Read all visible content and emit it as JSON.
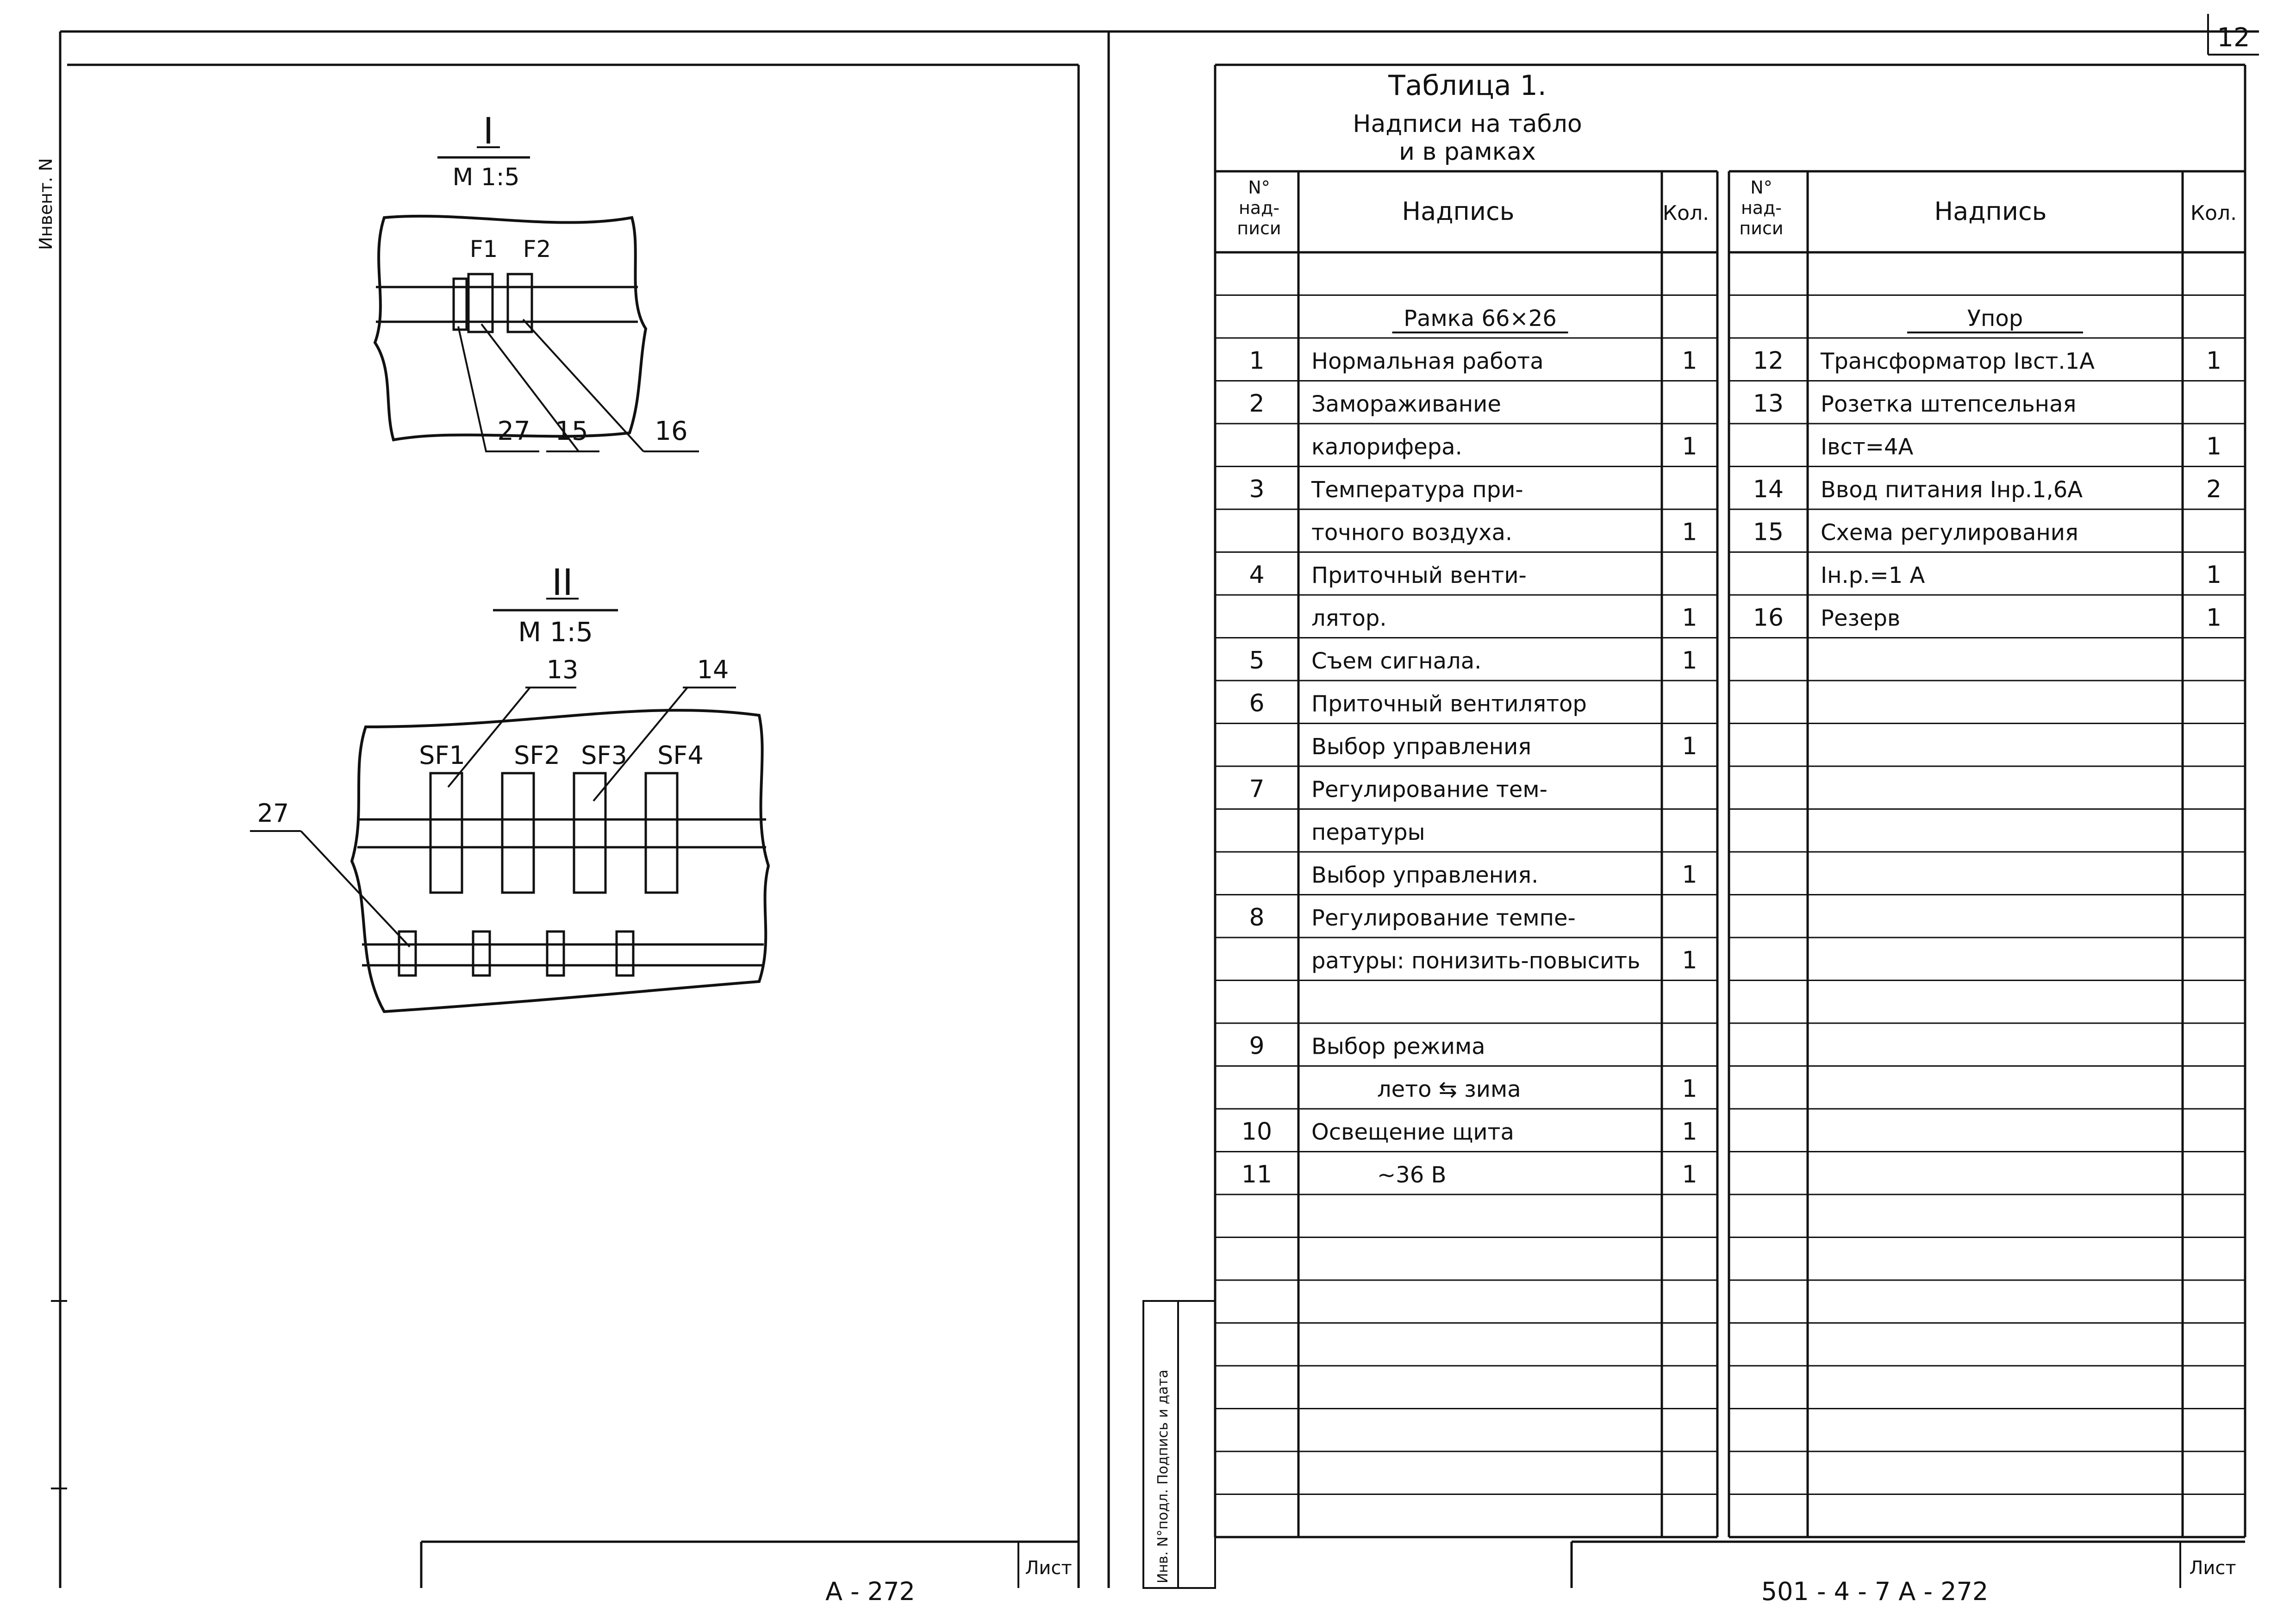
{
  "sheet": {
    "page_number": "12",
    "margin_label": "Инвент. N",
    "left_stamp_label": "Лист",
    "right_stamp_label": "Лист",
    "left_stamp_code": "А - 272",
    "right_stamp_code": "501 - 4 - 7  А - 272",
    "side_stamp_label": "Инв. N°подл. Подпись и дата"
  },
  "views": [
    {
      "roman": "I",
      "scale": "М 1:5",
      "breaker_labels": [
        "F1",
        "F2"
      ],
      "callouts": [
        "27",
        "15",
        "16"
      ]
    },
    {
      "roman": "II",
      "scale": "М 1:5",
      "breaker_labels": [
        "SF1",
        "SF2",
        "SF3",
        "SF4"
      ],
      "callouts": [
        "13",
        "14",
        "27"
      ]
    }
  ],
  "table": {
    "title_lines": [
      "Таблица 1.",
      "Надписи на табло",
      "и в рамках"
    ],
    "headers": {
      "no": [
        "N°",
        "над-",
        "писи"
      ],
      "text": "Надпись",
      "qty": "Кол."
    },
    "left_rows": [
      {
        "no": "",
        "text": "",
        "qty": ""
      },
      {
        "no": "",
        "text": "Рамка 66×26",
        "qty": "",
        "heading": true
      },
      {
        "no": "1",
        "text": "Нормальная работа",
        "qty": "1"
      },
      {
        "no": "2",
        "text": "Замораживание",
        "qty": ""
      },
      {
        "no": "",
        "text": "калорифера.",
        "qty": "1"
      },
      {
        "no": "3",
        "text": "Температура при-",
        "qty": ""
      },
      {
        "no": "",
        "text": "точного воздуха.",
        "qty": "1"
      },
      {
        "no": "4",
        "text": "Приточный венти-",
        "qty": ""
      },
      {
        "no": "",
        "text": "лятор.",
        "qty": "1"
      },
      {
        "no": "5",
        "text": "Съем сигнала.",
        "qty": "1"
      },
      {
        "no": "6",
        "text": "Приточный вентилятор",
        "qty": ""
      },
      {
        "no": "",
        "text": "Выбор управления",
        "qty": "1"
      },
      {
        "no": "7",
        "text": "Регулирование тем-",
        "qty": ""
      },
      {
        "no": "",
        "text": "пературы",
        "qty": ""
      },
      {
        "no": "",
        "text": "Выбор управления.",
        "qty": "1"
      },
      {
        "no": "8",
        "text": "Регулирование темпе-",
        "qty": ""
      },
      {
        "no": "",
        "text": "ратуры: понизить-повысить",
        "qty": "1"
      },
      {
        "no": "",
        "text": "",
        "qty": ""
      },
      {
        "no": "9",
        "text": "Выбор режима",
        "qty": ""
      },
      {
        "no": "",
        "text": "лето ⇆ зима",
        "qty": "1",
        "indent": true
      },
      {
        "no": "10",
        "text": "Освещение щита",
        "qty": "1"
      },
      {
        "no": "11",
        "text": "~36 В",
        "qty": "1",
        "indent": true
      },
      {
        "no": "",
        "text": "",
        "qty": ""
      },
      {
        "no": "",
        "text": "",
        "qty": ""
      },
      {
        "no": "",
        "text": "",
        "qty": ""
      },
      {
        "no": "",
        "text": "",
        "qty": ""
      },
      {
        "no": "",
        "text": "",
        "qty": ""
      },
      {
        "no": "",
        "text": "",
        "qty": ""
      },
      {
        "no": "",
        "text": "",
        "qty": ""
      },
      {
        "no": "",
        "text": "",
        "qty": ""
      }
    ],
    "right_rows": [
      {
        "no": "",
        "text": "",
        "qty": ""
      },
      {
        "no": "",
        "text": "Упор",
        "qty": "",
        "heading": true
      },
      {
        "no": "12",
        "text": "Трансформатор Iвст.1А",
        "qty": "1"
      },
      {
        "no": "13",
        "text": "Розетка штепсельная",
        "qty": ""
      },
      {
        "no": "",
        "text": "Iвст=4А",
        "qty": "1"
      },
      {
        "no": "14",
        "text": "Ввод питания Iнр.1,6А",
        "qty": "2"
      },
      {
        "no": "15",
        "text": "Схема регулирования",
        "qty": ""
      },
      {
        "no": "",
        "text": "Iн.р.=1 А",
        "qty": "1"
      },
      {
        "no": "16",
        "text": "Резерв",
        "qty": "1"
      },
      {
        "no": "",
        "text": "",
        "qty": ""
      },
      {
        "no": "",
        "text": "",
        "qty": ""
      },
      {
        "no": "",
        "text": "",
        "qty": ""
      },
      {
        "no": "",
        "text": "",
        "qty": ""
      },
      {
        "no": "",
        "text": "",
        "qty": ""
      },
      {
        "no": "",
        "text": "",
        "qty": ""
      },
      {
        "no": "",
        "text": "",
        "qty": ""
      },
      {
        "no": "",
        "text": "",
        "qty": ""
      },
      {
        "no": "",
        "text": "",
        "qty": ""
      },
      {
        "no": "",
        "text": "",
        "qty": ""
      },
      {
        "no": "",
        "text": "",
        "qty": ""
      },
      {
        "no": "",
        "text": "",
        "qty": ""
      },
      {
        "no": "",
        "text": "",
        "qty": ""
      },
      {
        "no": "",
        "text": "",
        "qty": ""
      },
      {
        "no": "",
        "text": "",
        "qty": ""
      },
      {
        "no": "",
        "text": "",
        "qty": ""
      },
      {
        "no": "",
        "text": "",
        "qty": ""
      },
      {
        "no": "",
        "text": "",
        "qty": ""
      },
      {
        "no": "",
        "text": "",
        "qty": ""
      },
      {
        "no": "",
        "text": "",
        "qty": ""
      },
      {
        "no": "",
        "text": "",
        "qty": ""
      }
    ]
  }
}
